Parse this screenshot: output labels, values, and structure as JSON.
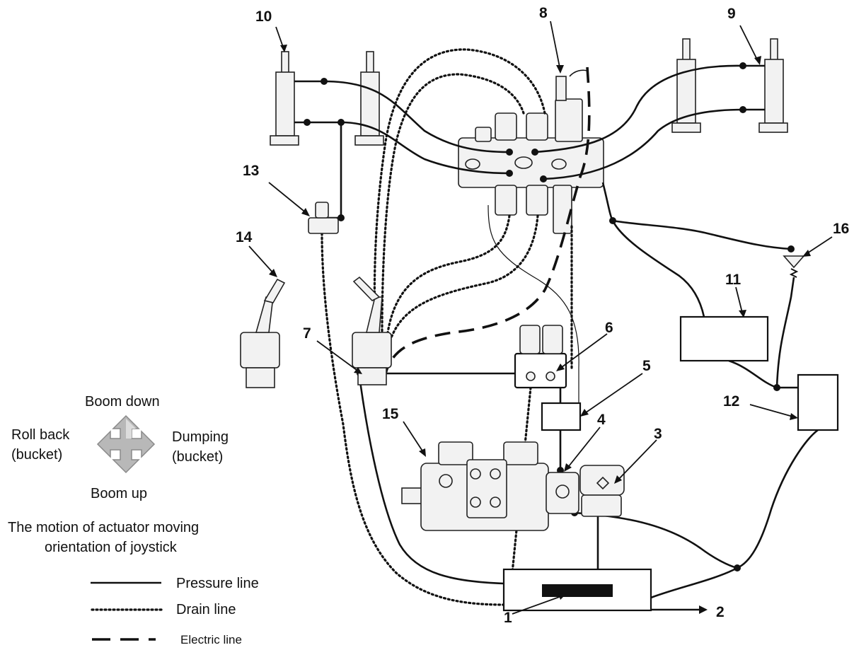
{
  "labels": {
    "n1": "1",
    "n2": "2",
    "n3": "3",
    "n4": "4",
    "n5": "5",
    "n6": "6",
    "n7": "7",
    "n8": "8",
    "n9": "9",
    "n10": "10",
    "n11": "11",
    "n12": "12",
    "n13": "13",
    "n14": "14",
    "n15": "15",
    "n16": "16"
  },
  "joystick_directions": {
    "up": "Boom down",
    "left_line1": "Roll back",
    "left_line2": "(bucket)",
    "right_line1": "Dumping",
    "right_line2": "(bucket)",
    "down": "Boom up"
  },
  "caption": {
    "line1": "The motion of actuator moving",
    "line2": "orientation of joystick"
  },
  "legend": [
    {
      "style": "solid",
      "label": "Pressure line"
    },
    {
      "style": "dotted",
      "label": "Drain line"
    },
    {
      "style": "dashed",
      "label": "Electric line"
    }
  ]
}
